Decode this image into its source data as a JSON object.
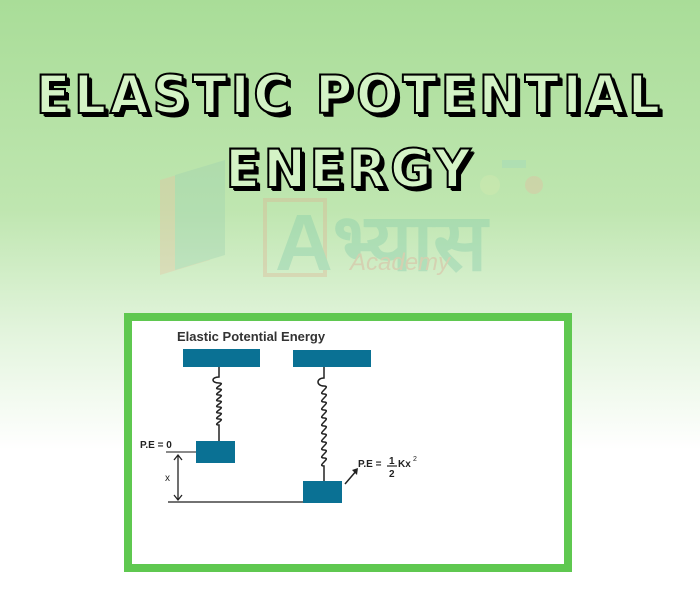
{
  "title": {
    "line1": "ELASTIC POTENTIAL",
    "line2": "ENERGY"
  },
  "watermark": {
    "brand": "Aभ्यास",
    "sub": "Academy",
    "tm": "™"
  },
  "diagram": {
    "heading": "Elastic Potential Energy",
    "pe_zero": "P.E = 0",
    "x_label": "x",
    "pe_formula_prefix": "P.E = ",
    "pe_num": "1",
    "pe_den": "2",
    "pe_kx": "Kx",
    "pe_exp": "2"
  },
  "colors": {
    "block": "#0a7194",
    "frame": "#5fc850"
  }
}
